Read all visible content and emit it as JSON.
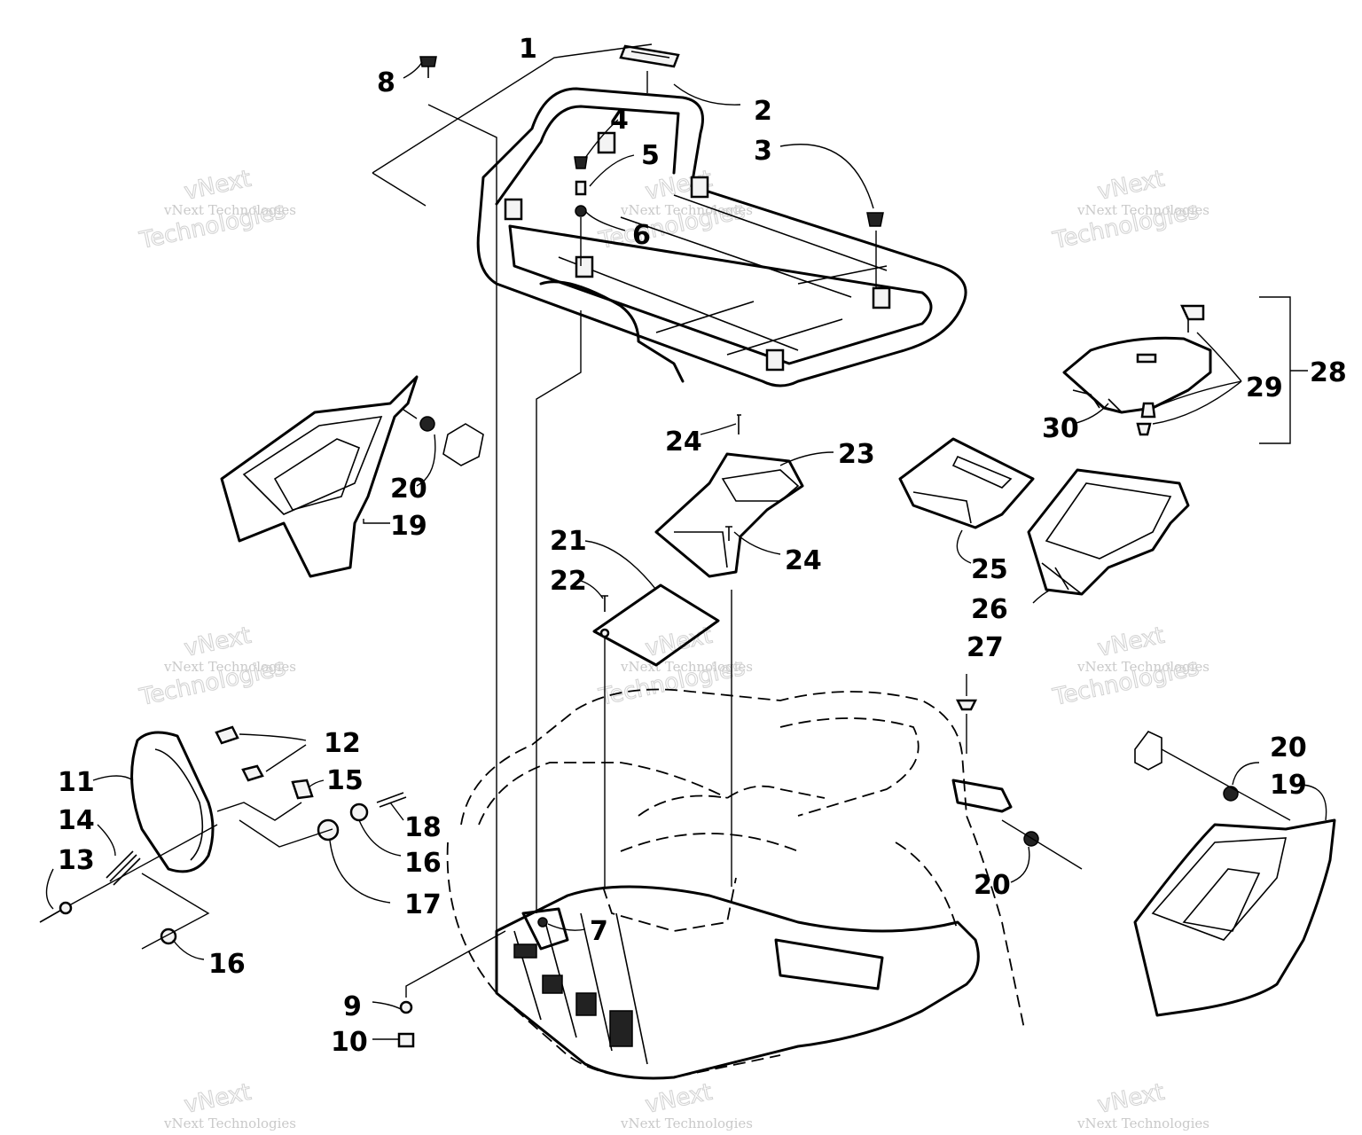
{
  "callouts": {
    "c1": "1",
    "c2": "2",
    "c3": "3",
    "c4": "4",
    "c5": "5",
    "c6": "6",
    "c7": "7",
    "c8": "8",
    "c9": "9",
    "c10": "10",
    "c11": "11",
    "c12": "12",
    "c13": "13",
    "c14": "14",
    "c15": "15",
    "c16a": "16",
    "c16b": "16",
    "c17": "17",
    "c18": "18",
    "c19a": "19",
    "c19b": "19",
    "c20a": "20",
    "c20b": "20",
    "c20c": "20",
    "c21": "21",
    "c22": "22",
    "c23": "23",
    "c24a": "24",
    "c24b": "24",
    "c25": "25",
    "c26": "26",
    "c27": "27",
    "c28": "28",
    "c29": "29",
    "c30": "30"
  },
  "watermark": {
    "brand": "vNext",
    "full": "vNext Technologies",
    "word": "Technologies"
  }
}
